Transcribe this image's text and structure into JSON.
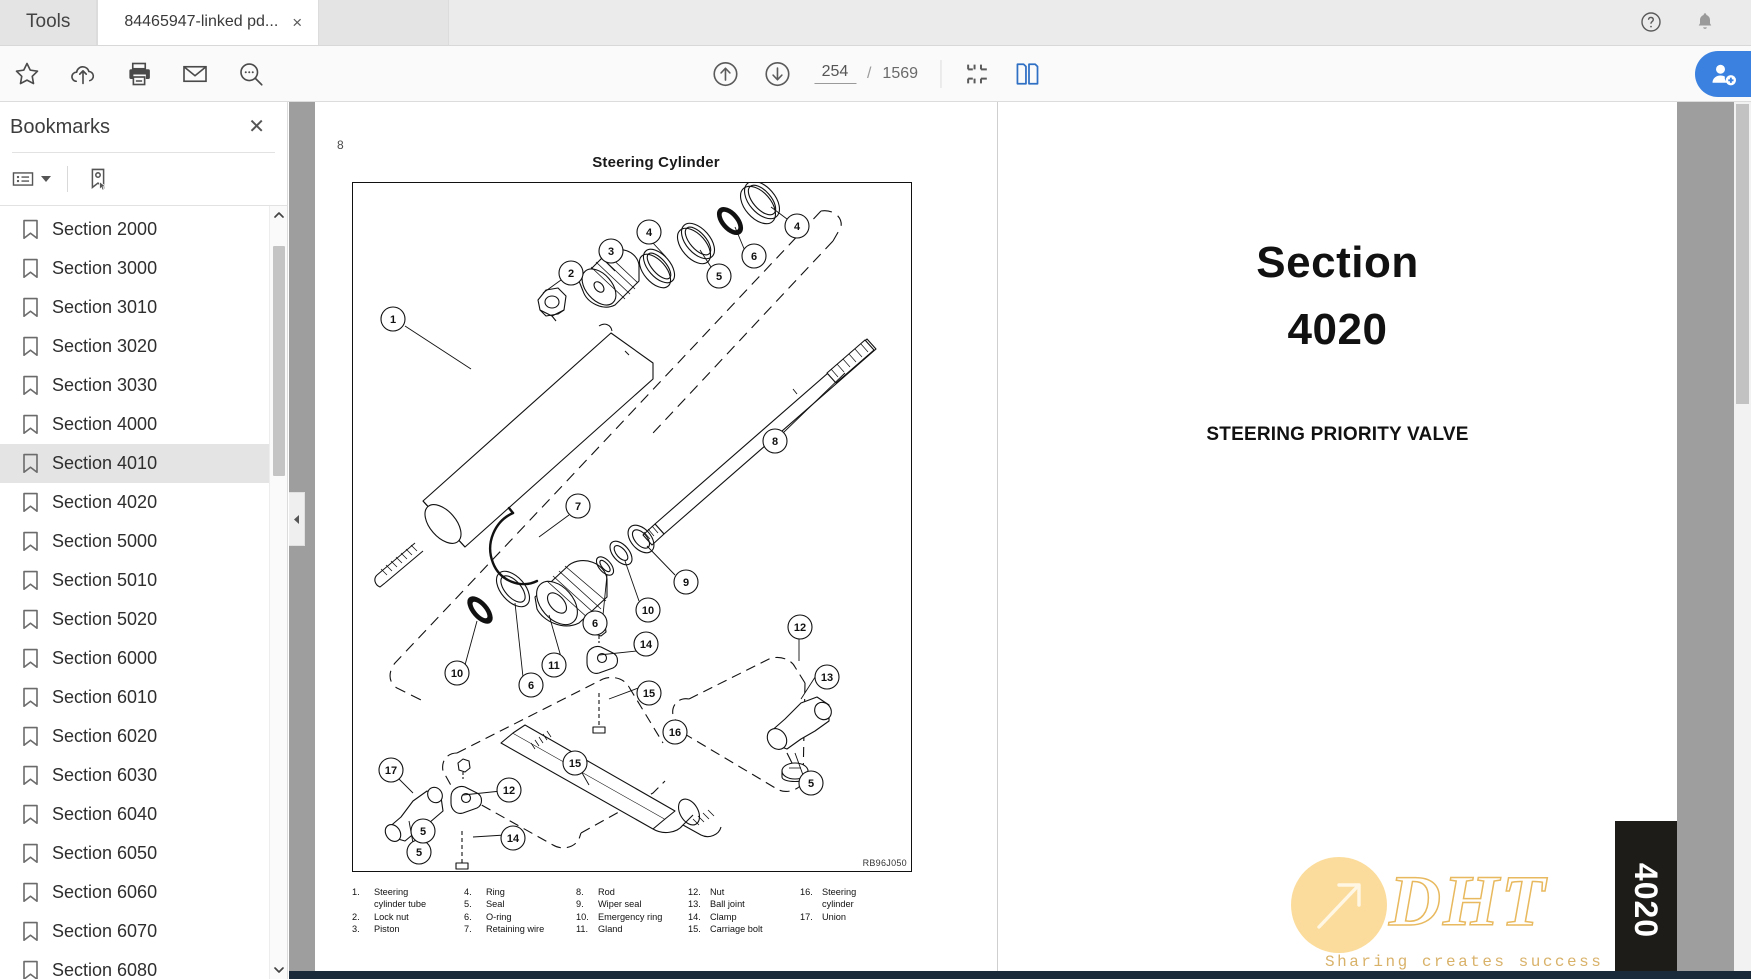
{
  "tabstrip": {
    "tools_label": "Tools",
    "document_tab": {
      "label": "84465947-linked pd...",
      "close": "×"
    },
    "help_icon": "help-circle-icon",
    "bell_icon": "bell-icon"
  },
  "toolbar": {
    "left_icons": [
      "star-icon",
      "cloud-upload-icon",
      "print-icon",
      "envelope-icon",
      "search-zoom-icon"
    ],
    "prev_page_icon": "arrow-up-circle-icon",
    "next_page_icon": "arrow-down-circle-icon",
    "page": {
      "current": "254",
      "separator": "/",
      "total": "1569"
    },
    "fit_icon": "crop-marks-icon",
    "two_page_icon": "two-page-view-icon",
    "avatar_icon": "add-user-icon"
  },
  "sidebar": {
    "title": "Bookmarks",
    "close_label": "✕",
    "tools": {
      "options_icon": "list-options-icon",
      "dropdown_caret": "chevron-down-icon",
      "new_bookmark_icon": "new-bookmark-icon"
    },
    "items": [
      {
        "label": "Section 2000",
        "selected": false
      },
      {
        "label": "Section 3000",
        "selected": false
      },
      {
        "label": "Section 3010",
        "selected": false
      },
      {
        "label": "Section 3020",
        "selected": false
      },
      {
        "label": "Section 3030",
        "selected": false
      },
      {
        "label": "Section 4000",
        "selected": false
      },
      {
        "label": "Section 4010",
        "selected": true
      },
      {
        "label": "Section 4020",
        "selected": false
      },
      {
        "label": "Section 5000",
        "selected": false
      },
      {
        "label": "Section 5010",
        "selected": false
      },
      {
        "label": "Section 5020",
        "selected": false
      },
      {
        "label": "Section 6000",
        "selected": false
      },
      {
        "label": "Section 6010",
        "selected": false
      },
      {
        "label": "Section 6020",
        "selected": false
      },
      {
        "label": "Section 6030",
        "selected": false
      },
      {
        "label": "Section 6040",
        "selected": false
      },
      {
        "label": "Section 6050",
        "selected": false
      },
      {
        "label": "Section 6060",
        "selected": false
      },
      {
        "label": "Section 6070",
        "selected": false
      },
      {
        "label": "Section 6080",
        "selected": false
      }
    ]
  },
  "document": {
    "left_page": {
      "page_number": "8",
      "figure_title": "Steering Cylinder",
      "figure_code": "RB96J050",
      "callouts": [
        "1",
        "2",
        "3",
        "4",
        "4",
        "5",
        "6",
        "6",
        "6",
        "7",
        "8",
        "9",
        "10",
        "10",
        "10",
        "11",
        "12",
        "12",
        "13",
        "14",
        "14",
        "15",
        "15",
        "16",
        "17",
        "5",
        "5"
      ],
      "legend": [
        {
          "num": "1.",
          "name": "Steering cylinder tube"
        },
        {
          "num": "2.",
          "name": "Lock nut"
        },
        {
          "num": "3.",
          "name": "Piston"
        },
        {
          "num": "4.",
          "name": "Ring"
        },
        {
          "num": "5.",
          "name": "Seal"
        },
        {
          "num": "6.",
          "name": "O-ring"
        },
        {
          "num": "7.",
          "name": "Retaining wire"
        },
        {
          "num": "8.",
          "name": "Rod"
        },
        {
          "num": "9.",
          "name": "Wiper seal"
        },
        {
          "num": "10.",
          "name": "Emergency ring"
        },
        {
          "num": "11.",
          "name": "Gland"
        },
        {
          "num": "12.",
          "name": "Nut"
        },
        {
          "num": "13.",
          "name": "Ball joint"
        },
        {
          "num": "14.",
          "name": "Clamp"
        },
        {
          "num": "15.",
          "name": "Carriage bolt"
        },
        {
          "num": "16.",
          "name": "Steering cylinder"
        },
        {
          "num": "17.",
          "name": "Union"
        }
      ],
      "legend_columns": [
        {
          "rows": [
            {
              "num": "1.",
              "lines": [
                "Steering",
                "cylinder tube"
              ]
            },
            {
              "num": "2.",
              "lines": [
                "Lock nut"
              ]
            },
            {
              "num": "3.",
              "lines": [
                "Piston"
              ]
            }
          ]
        },
        {
          "rows": [
            {
              "num": "4.",
              "lines": [
                "Ring"
              ]
            },
            {
              "num": "5.",
              "lines": [
                "Seal"
              ]
            },
            {
              "num": "6.",
              "lines": [
                "O-ring"
              ]
            },
            {
              "num": "7.",
              "lines": [
                "Retaining wire"
              ]
            }
          ]
        },
        {
          "rows": [
            {
              "num": "8.",
              "lines": [
                "Rod"
              ]
            },
            {
              "num": "9.",
              "lines": [
                "Wiper seal"
              ]
            },
            {
              "num": "10.",
              "lines": [
                "Emergency ring"
              ]
            },
            {
              "num": "11.",
              "lines": [
                "Gland"
              ]
            }
          ]
        },
        {
          "rows": [
            {
              "num": "12.",
              "lines": [
                "Nut"
              ]
            },
            {
              "num": "13.",
              "lines": [
                "Ball joint"
              ]
            },
            {
              "num": "14.",
              "lines": [
                "Clamp"
              ]
            },
            {
              "num": "15.",
              "lines": [
                "Carriage bolt"
              ]
            }
          ]
        },
        {
          "rows": [
            {
              "num": "16.",
              "lines": [
                "Steering",
                "cylinder"
              ]
            },
            {
              "num": "17.",
              "lines": [
                "Union"
              ]
            }
          ]
        }
      ]
    },
    "right_page": {
      "section_word": "Section",
      "section_number": "4020",
      "subtitle": "STEERING PRIORITY VALVE",
      "side_tab_label": "4020",
      "watermark": {
        "brand": "DHT",
        "tagline": "Sharing creates success"
      }
    }
  },
  "colors": {
    "accent_blue": "#3b82e0",
    "toolbar_bg": "#fafafa",
    "tabstrip_bg": "#ebebeb",
    "viewer_bg": "#9e9e9e",
    "selection_bg": "#e4e4e4",
    "watermark_gold": "#e8b95e",
    "side_tab_bg": "#1d1c18"
  }
}
